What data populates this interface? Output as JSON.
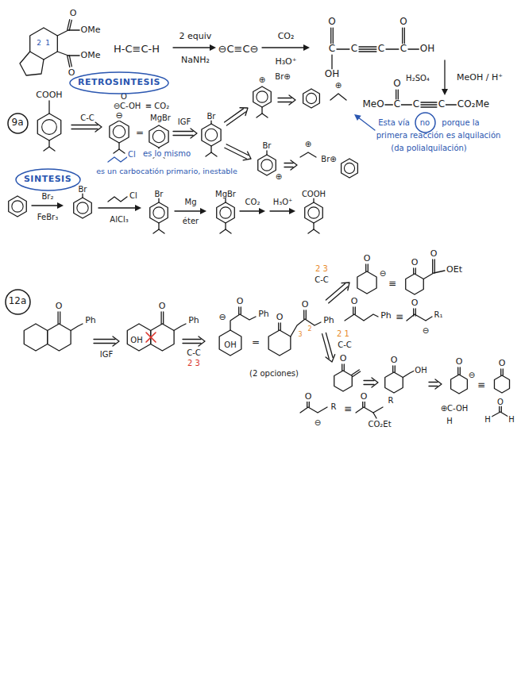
{
  "diagram": {
    "nodes": [
      {
        "text": [
          "RETROSINTESIS"
        ]
      },
      {
        "text": [
          "9a"
        ]
      },
      {
        "text": [
          "no"
        ]
      },
      {
        "text": [
          "SINTESIS"
        ]
      },
      {
        "text": [
          "12a"
        ]
      }
    ],
    "labels": [
      "O",
      "OMe",
      "O",
      "OMe",
      "2",
      "1",
      "H-C≡C-H",
      "2 equiv",
      "NaNH₂",
      "⊖C≡C⊖",
      "CO₂",
      "H₃O⁺",
      "C",
      "C",
      "C",
      "C",
      "OH",
      "O",
      "OH",
      "O",
      "H₂SO₄",
      "MeOH / H⁺",
      "MeO",
      "C",
      "C",
      "C",
      "CO₂Me",
      "O",
      "Esta vía",
      "porque la",
      "primera reacción es alquilación",
      "(da polialquilación)",
      "COOH",
      "C-C",
      "⊖",
      "=",
      "O",
      "⊖C-OH",
      "≡ CO₂",
      "MgBr",
      "IGF",
      "Br",
      "⊕",
      "Br⊕",
      "⊕",
      "Br",
      "⊕",
      "⊕",
      "Br⊕",
      "Cl",
      "es lo mismo",
      "es un carbocatión primario, inestable",
      "Br₂",
      "FeBr₃",
      "Br",
      "Cl",
      "AlCl₃",
      "Br",
      "Mg",
      "éter",
      "MgBr",
      "CO₂",
      "H₃O⁺",
      "COOH",
      "O",
      "Ph",
      "IGF",
      "O",
      "Ph",
      "OH",
      "C-C",
      "2 3",
      "OH",
      "⊖",
      "O",
      "Ph",
      "=",
      "O",
      "O",
      "Ph",
      "3",
      "2",
      "(2 opciones)",
      "2 3",
      "C-C",
      "O",
      "⊖",
      "≡",
      "O",
      "O",
      "OEt",
      "O",
      "Ph",
      "≡",
      "O",
      "R₁",
      "⊖",
      "2 1",
      "C-C",
      "O",
      "O",
      "OH",
      "O",
      "⊖",
      "≡",
      "O",
      "⊕C-OH",
      "H",
      "H",
      "O",
      "H",
      "O",
      "⊖",
      "R",
      "≡",
      "O",
      "R",
      "CO₂Et"
    ]
  }
}
